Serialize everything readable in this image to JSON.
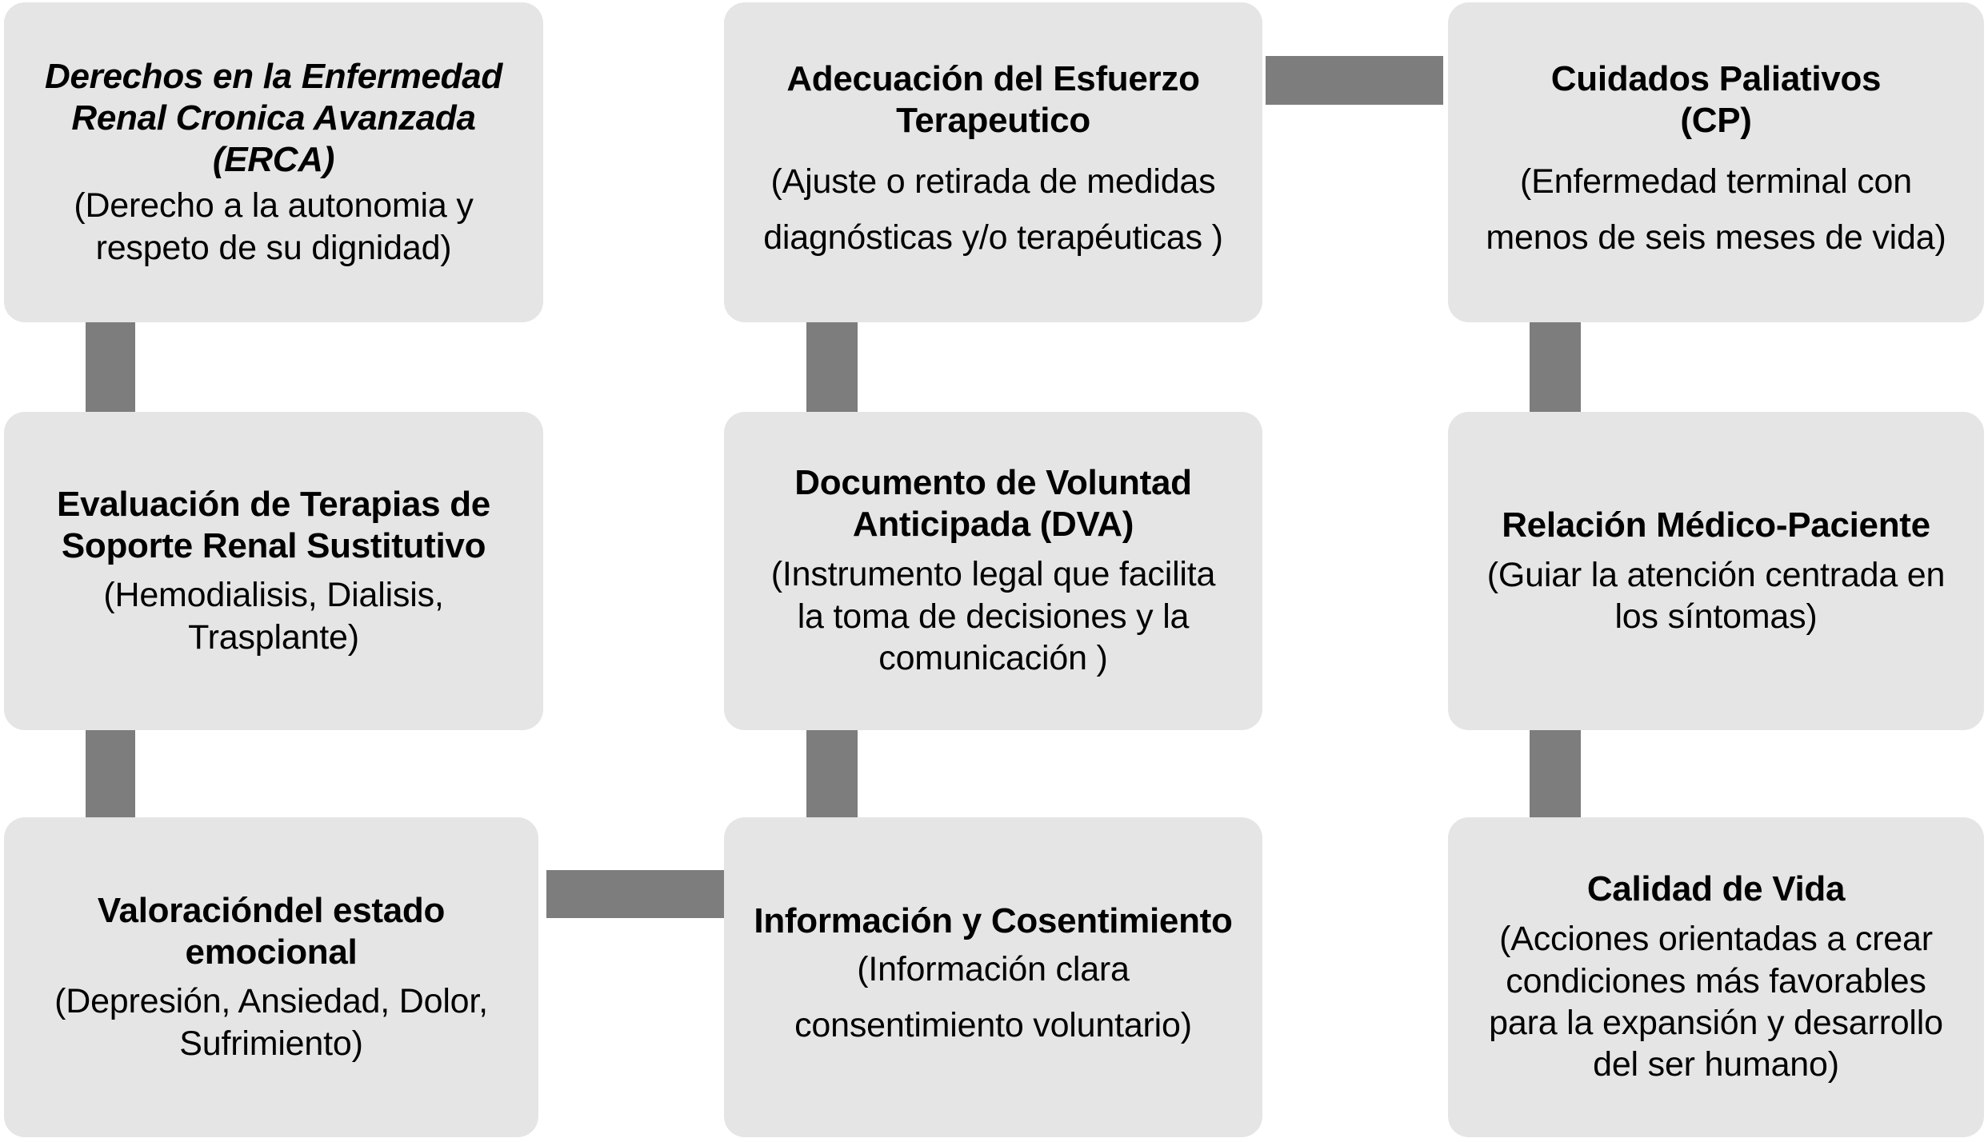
{
  "diagram": {
    "kind": "flow-diagram",
    "background_color": "#ffffff",
    "node_fill_color": "#e5e5e5",
    "connector_color": "#7d7d7d",
    "text_color": "#000000",
    "nodes": [
      {
        "id": "derechos-erca",
        "title": "Derechos en la Enfermedad\nRenal Cronica Avanzada\n(ERCA)",
        "subtitle": "(Derecho a la autonomia y\nrespeto de su dignidad)"
      },
      {
        "id": "adecuacion-esfuerzo-terapeutico",
        "title": "Adecuación del Esfuerzo\nTerapeutico",
        "subtitle": "(Ajuste o retirada de medidas\ndiagnósticas y/o terapéuticas )"
      },
      {
        "id": "cuidados-paliativos",
        "title": "Cuidados Paliativos\n(CP)",
        "subtitle": "(Enfermedad terminal con\nmenos de seis meses de vida)"
      },
      {
        "id": "evaluacion-terapias-soporte-renal",
        "title": "Evaluación de Terapias de\nSoporte Renal Sustitutivo",
        "subtitle": "(Hemodialisis, Dialisis,\nTrasplante)"
      },
      {
        "id": "documento-voluntad-anticipada",
        "title": "Documento de Voluntad\nAnticipada (DVA)",
        "subtitle": "(Instrumento legal que facilita\nla toma de decisiones y la\ncomunicación )"
      },
      {
        "id": "relacion-medico-paciente",
        "title": "Relación Médico-Paciente",
        "subtitle": "(Guiar la atención centrada en\nlos síntomas)"
      },
      {
        "id": "valoracion-estado-emocional",
        "title": "Valoracióndel estado\nemocional",
        "subtitle": "(Depresión, Ansiedad, Dolor,\nSufrimiento)"
      },
      {
        "id": "informacion-consentimiento",
        "title": "Información y Cosentimiento",
        "subtitle": "(Información clara\nconsentimiento voluntario)"
      },
      {
        "id": "calidad-de-vida",
        "title": "Calidad de Vida",
        "subtitle": "(Acciones orientadas a crear\ncondiciones más favorables\npara la expansión y desarrollo\ndel ser humano)"
      }
    ],
    "connectors": [
      {
        "id": "adecuacion-to-cuidados-paliativos",
        "orientation": "horizontal"
      },
      {
        "id": "derechos-to-evaluacion",
        "orientation": "vertical"
      },
      {
        "id": "adecuacion-to-documento",
        "orientation": "vertical"
      },
      {
        "id": "cuidados-to-relacion",
        "orientation": "vertical"
      },
      {
        "id": "evaluacion-to-valoracion",
        "orientation": "vertical"
      },
      {
        "id": "documento-to-informacion",
        "orientation": "vertical"
      },
      {
        "id": "relacion-to-calidad",
        "orientation": "vertical"
      },
      {
        "id": "valoracion-to-informacion",
        "orientation": "horizontal"
      }
    ]
  }
}
